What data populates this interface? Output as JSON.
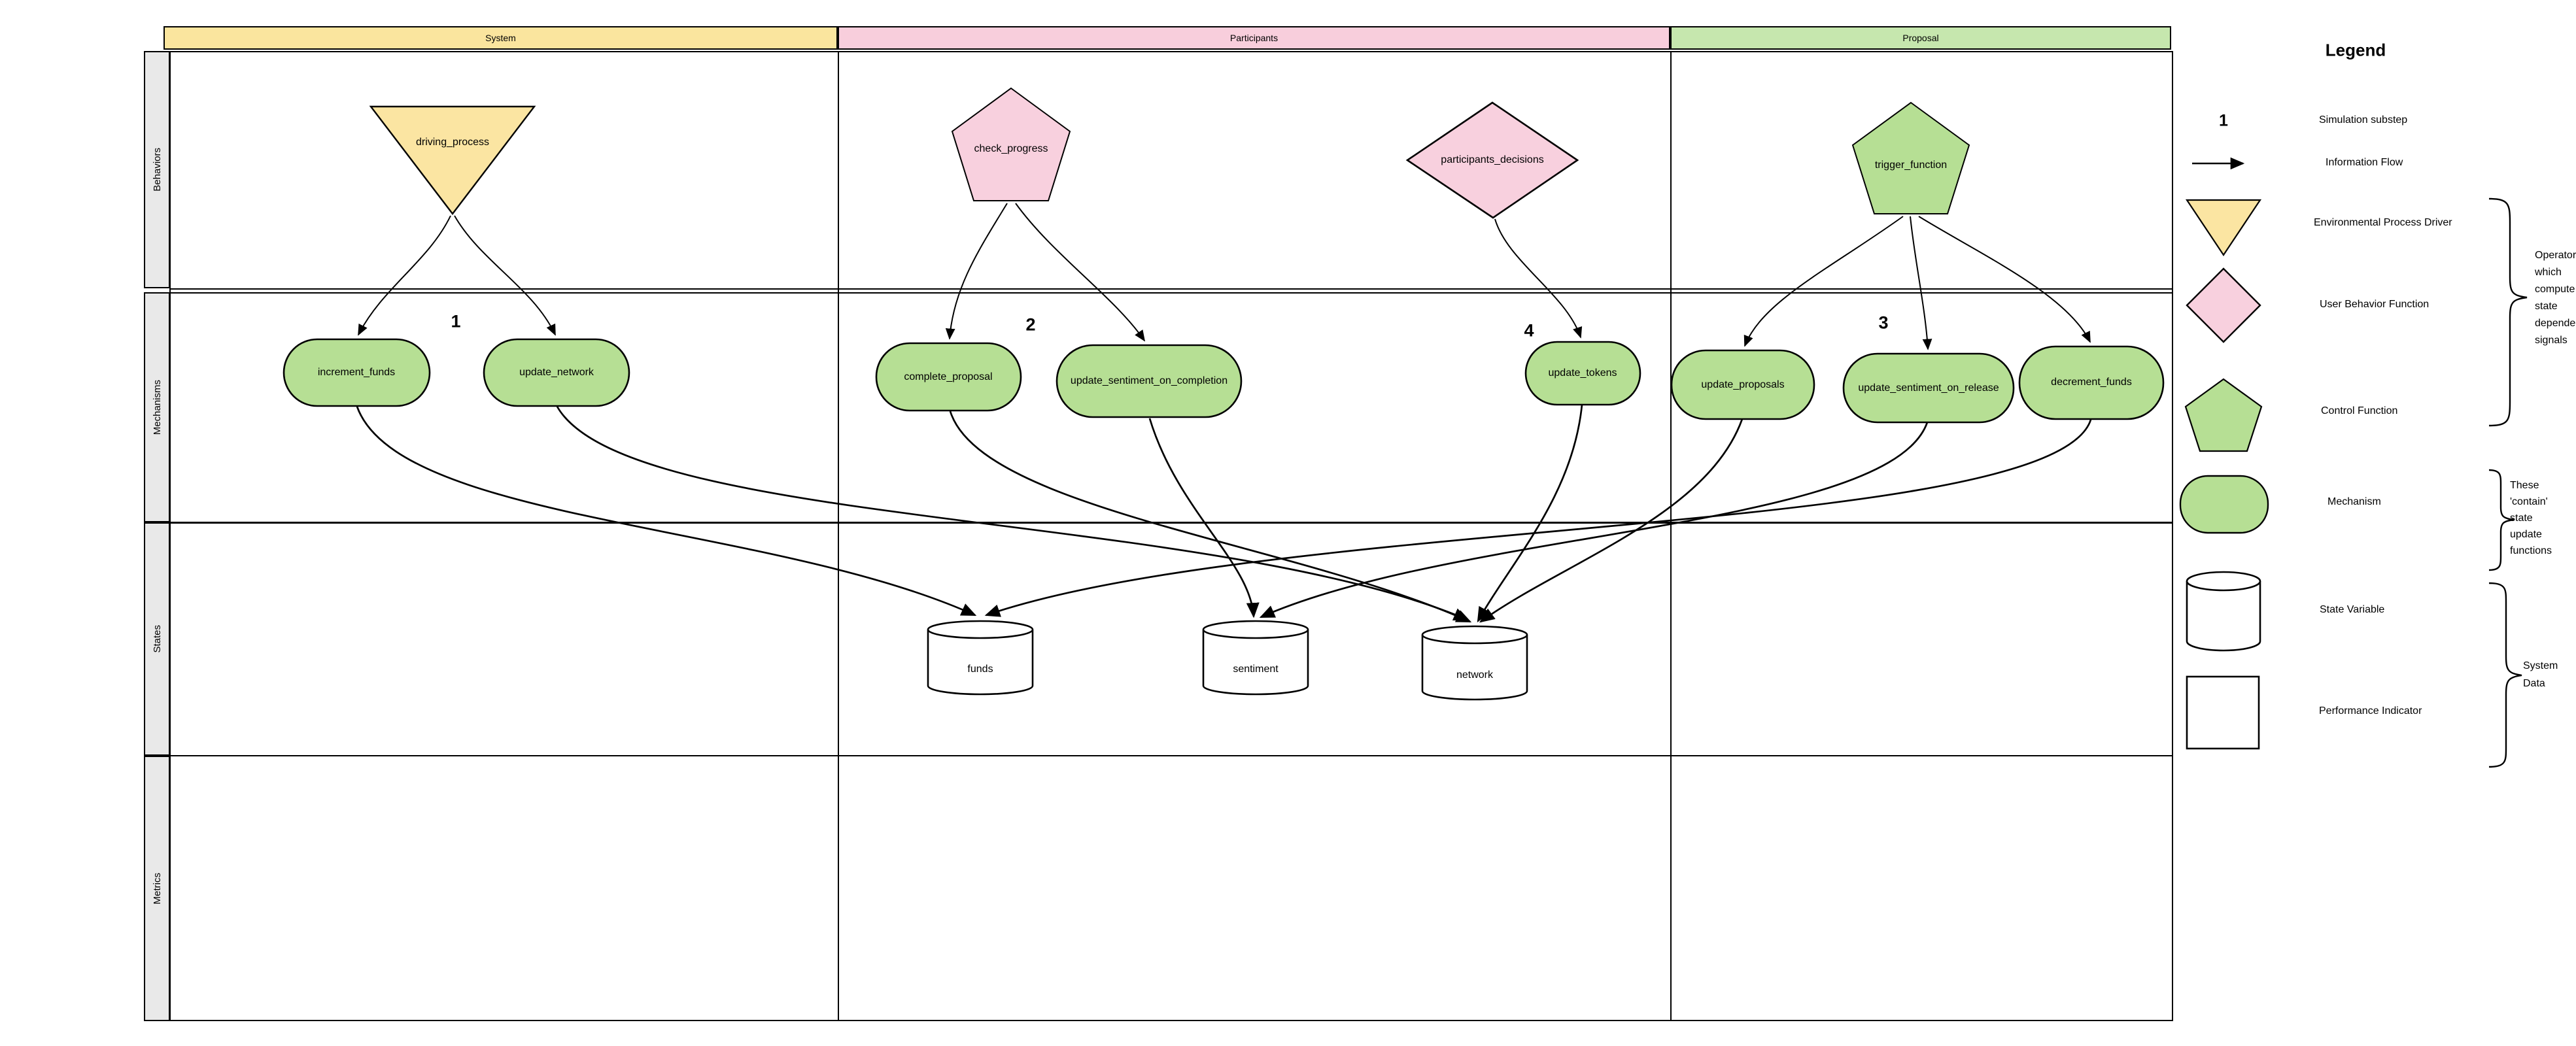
{
  "columns": [
    {
      "label": "System"
    },
    {
      "label": "Participants"
    },
    {
      "label": "Proposal"
    }
  ],
  "lanes": [
    {
      "label": "Behaviors"
    },
    {
      "label": "Mechanisms"
    },
    {
      "label": "States"
    },
    {
      "label": "Metrics"
    }
  ],
  "behaviors": [
    {
      "label": "driving_process",
      "shape": "inverted-triangle",
      "column": "System",
      "fill": "#FBE5A2"
    },
    {
      "label": "check_progress",
      "shape": "pentagon",
      "column": "Participants",
      "fill": "#F8D0DE"
    },
    {
      "label": "participants_decisions",
      "shape": "diamond",
      "column": "Participants",
      "fill": "#F8D0DE"
    },
    {
      "label": "trigger_function",
      "shape": "pentagon",
      "column": "Proposal",
      "fill": "#B6DF94"
    }
  ],
  "mechanisms": [
    {
      "label": "increment_funds"
    },
    {
      "label": "update_network"
    },
    {
      "label": "complete_proposal"
    },
    {
      "label": "update_sentiment_on_completion"
    },
    {
      "label": "update_tokens"
    },
    {
      "label": "update_proposals"
    },
    {
      "label": "update_sentiment_on_release"
    },
    {
      "label": "decrement_funds"
    }
  ],
  "states": [
    {
      "label": "funds"
    },
    {
      "label": "sentiment"
    },
    {
      "label": "network"
    }
  ],
  "substeps": [
    {
      "n": "1"
    },
    {
      "n": "2"
    },
    {
      "n": "3"
    },
    {
      "n": "4"
    }
  ],
  "edges": {
    "behavior_to_mechanism": [
      {
        "from": "driving_process",
        "to": "increment_funds"
      },
      {
        "from": "driving_process",
        "to": "update_network"
      },
      {
        "from": "check_progress",
        "to": "complete_proposal"
      },
      {
        "from": "check_progress",
        "to": "update_sentiment_on_completion"
      },
      {
        "from": "participants_decisions",
        "to": "update_tokens"
      },
      {
        "from": "trigger_function",
        "to": "update_proposals"
      },
      {
        "from": "trigger_function",
        "to": "update_sentiment_on_release"
      },
      {
        "from": "trigger_function",
        "to": "decrement_funds"
      }
    ],
    "mechanism_to_state": [
      {
        "from": "increment_funds",
        "to": "funds"
      },
      {
        "from": "update_network",
        "to": "network"
      },
      {
        "from": "complete_proposal",
        "to": "network"
      },
      {
        "from": "update_sentiment_on_completion",
        "to": "sentiment"
      },
      {
        "from": "update_tokens",
        "to": "network"
      },
      {
        "from": "update_proposals",
        "to": "network"
      },
      {
        "from": "update_sentiment_on_release",
        "to": "sentiment"
      },
      {
        "from": "decrement_funds",
        "to": "funds"
      }
    ]
  },
  "legend": {
    "title": "Legend",
    "items": [
      {
        "symbol": "substep-number",
        "symbol_text": "1",
        "label": "Simulation substep"
      },
      {
        "symbol": "arrow",
        "label": "Information Flow"
      },
      {
        "symbol": "inverted-triangle",
        "label": "Environmental Process Driver"
      },
      {
        "symbol": "diamond",
        "label": "User Behavior Function"
      },
      {
        "symbol": "pentagon",
        "label": "Control Function"
      },
      {
        "symbol": "capsule",
        "label": "Mechanism"
      },
      {
        "symbol": "cylinder",
        "label": "State Variable"
      },
      {
        "symbol": "square",
        "label": "Performance Indicator"
      }
    ],
    "annotations": [
      {
        "lines": [
          "Operators",
          "which",
          "compute",
          "state",
          "dependent",
          "signals"
        ]
      },
      {
        "lines": [
          "These",
          "'contain'",
          "state",
          "update",
          "functions"
        ]
      },
      {
        "lines": [
          "System",
          "Data"
        ]
      }
    ]
  },
  "colors": {
    "yellow": "#FBE5A2",
    "pink": "#F8D0DE",
    "green": "#B6DF94",
    "header_yellow": "#FAE59E",
    "header_pink": "#F8CEDC",
    "header_green": "#C6E7AE",
    "lane_strip": "#E9E9E9",
    "stroke": "#000000"
  }
}
